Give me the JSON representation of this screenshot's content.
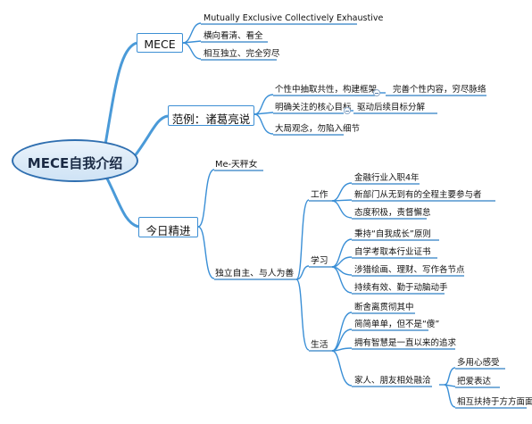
{
  "root": {
    "label": "MECE自我介绍"
  },
  "mece": {
    "label": "MECE",
    "items": [
      "Mutually Exclusive Collectively Exhaustive",
      "横向看清、看全",
      "相互独立、完全穷尽"
    ]
  },
  "example": {
    "label": "范例：诸葛亮说",
    "items": [
      {
        "label": "个性中抽取共性，构建框架",
        "child": "完善个性内容，穷尽脉络"
      },
      {
        "label": "明确关注的核心目标",
        "child": "驱动后续目标分解"
      },
      {
        "label": "大局观念，勿陷入细节"
      }
    ]
  },
  "today": {
    "label": "今日精进",
    "me": "Me-天秤女",
    "sub": "独立自主、与人为善",
    "work": {
      "label": "工作",
      "items": [
        "金融行业入职4年",
        "新部门从无到有的全程主要参与者",
        "态度积极，责督懈怠"
      ]
    },
    "study": {
      "label": "学习",
      "items": [
        "秉持“自我成长”原则",
        "自学考取本行业证书",
        "涉猎绘画、理财、写作各节点",
        "持续有效、勤于动脑动手"
      ]
    },
    "life": {
      "label": "生活",
      "items": [
        "断舍离贯彻其中",
        "简简单单，但不是“傻”",
        "拥有智慧是一直以来的追求"
      ],
      "family": {
        "label": "家人、朋友相处融洽",
        "items": [
          "多用心感受",
          "把爱表达",
          "相互扶持于方方面面"
        ]
      }
    }
  }
}
